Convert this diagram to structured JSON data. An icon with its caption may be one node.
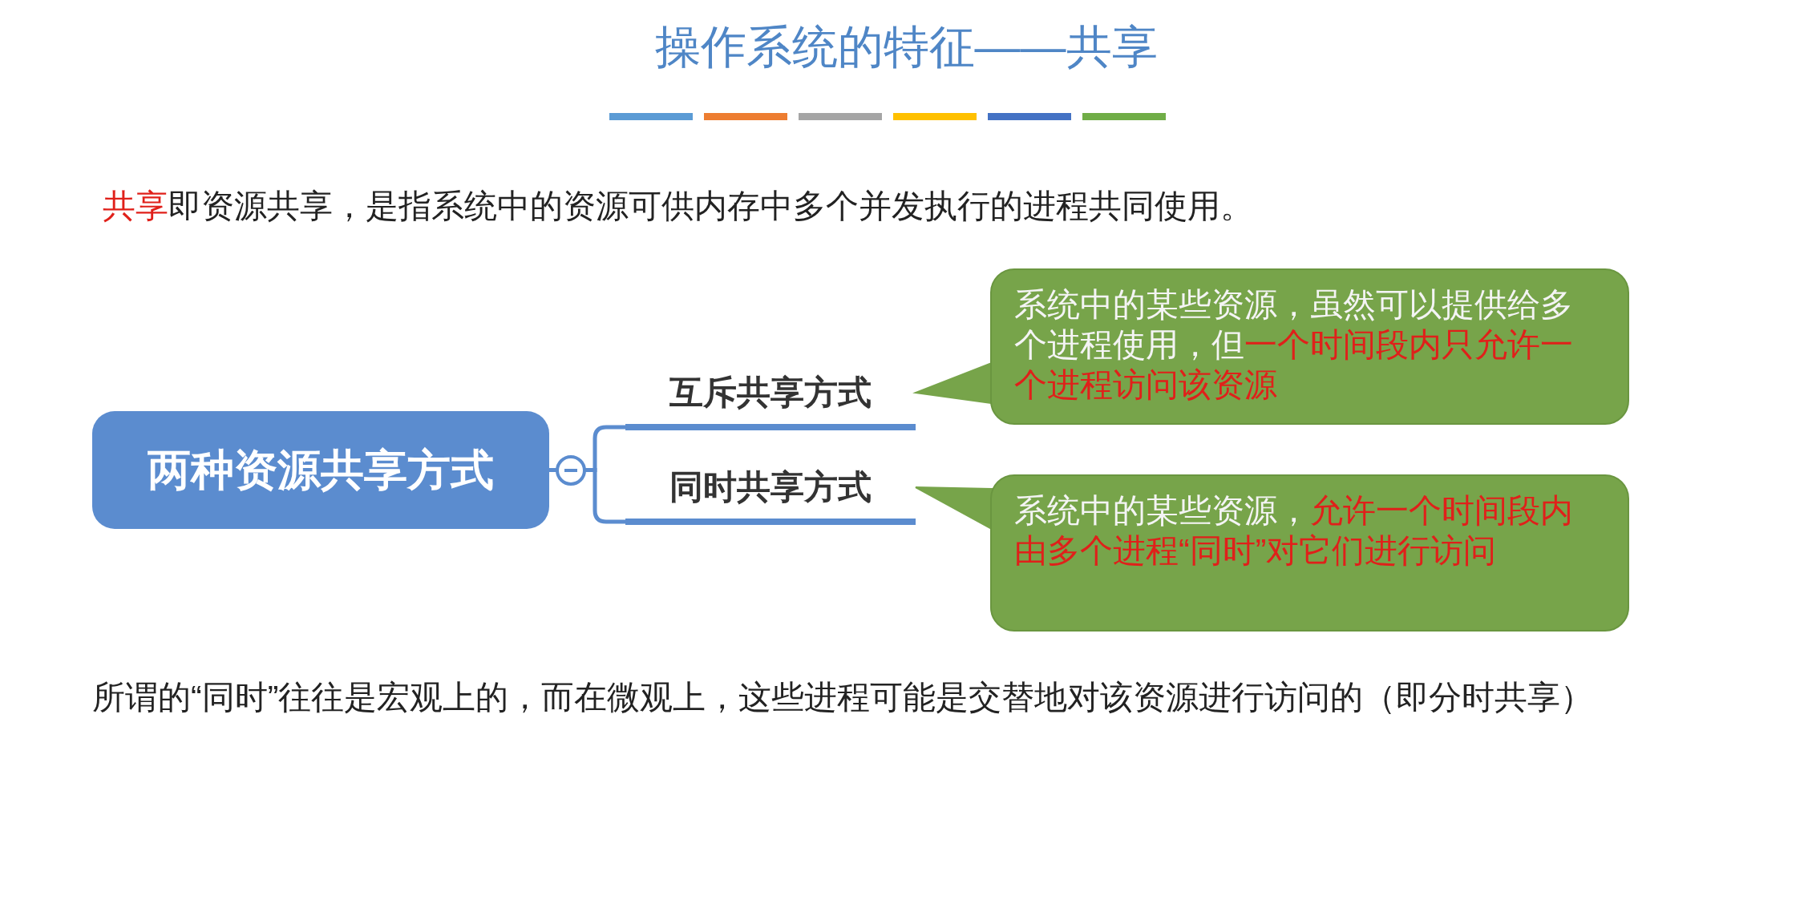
{
  "diagram": {
    "title": "操作系统的特征——共享",
    "nodes": [
      {
        "text": [
          "两种资源共享方式"
        ]
      },
      {
        "text": [
          "互斥共享方式"
        ]
      },
      {
        "text": [
          "同时共享方式"
        ]
      },
      {
        "text": [
          "系统中的某些资源，虽然可以提供给多个进程使用，但**一个时间段内只允许一个进程访问该资源**"
        ]
      },
      {
        "text": [
          "系统中的某些资源，**允许一个时间段内由多个进程“同时”对它们进行访问**"
        ]
      }
    ],
    "edges": [
      {
        "from": 0,
        "to": 1,
        "arrow": "none"
      },
      {
        "from": 0,
        "to": 2,
        "arrow": "none"
      },
      {
        "from": 3,
        "to": 1,
        "arrow": "to",
        "color": "#77a44a"
      },
      {
        "from": 4,
        "to": 2,
        "arrow": "to",
        "color": "#77a44a"
      }
    ],
    "labels": [
      "**共享**即资源共享，是指系统中的资源可供内存中多个并发执行的进程共同使用。",
      "所谓的“同时”往往是宏观上的，而在微观上，这些进程可能是交替地对该资源进行访问的（即分时共享）"
    ]
  }
}
